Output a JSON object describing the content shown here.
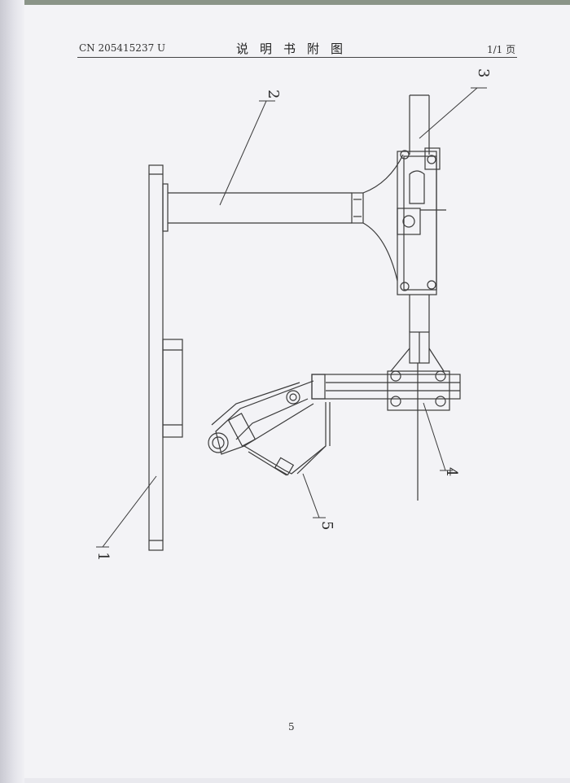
{
  "header": {
    "patent_number": "CN 205415237 U",
    "title": "说明书附图",
    "page_info": "1/1 页"
  },
  "figure": {
    "labels": [
      "1",
      "2",
      "3",
      "4",
      "5"
    ]
  },
  "footer": {
    "page_number": "5"
  }
}
